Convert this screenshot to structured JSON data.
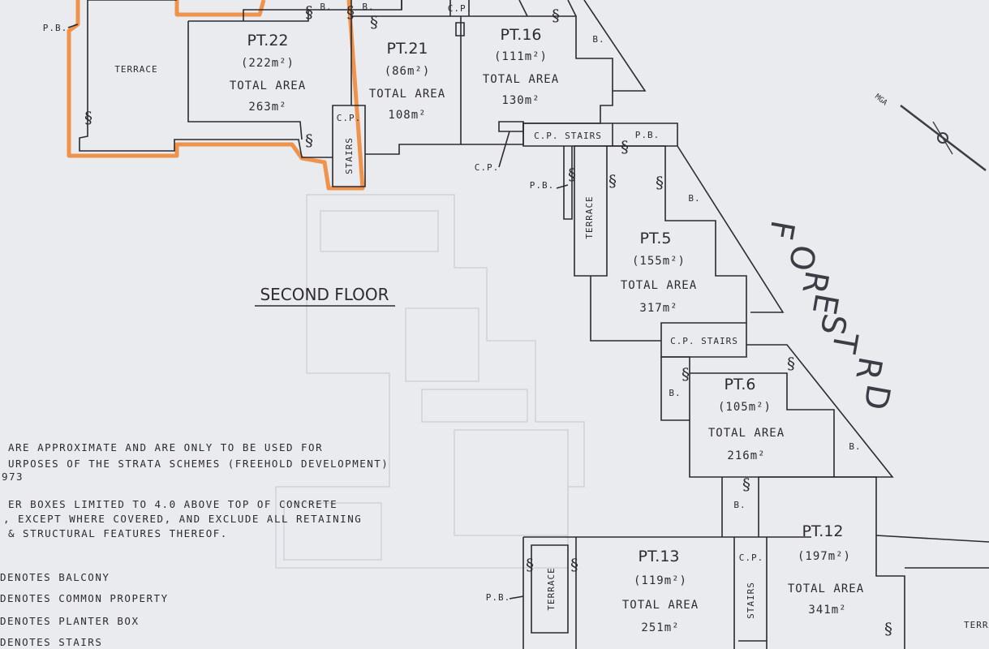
{
  "floor_title": "SECOND FLOOR",
  "lots": [
    {
      "id": "PT.22",
      "area": "(222m²)",
      "total_label": "TOTAL AREA",
      "total": "263m²"
    },
    {
      "id": "PT.21",
      "area": "(86m²)",
      "total_label": "TOTAL AREA",
      "total": "108m²"
    },
    {
      "id": "PT.16",
      "area": "(111m²)",
      "total_label": "TOTAL AREA",
      "total": "130m²"
    },
    {
      "id": "PT.5",
      "area": "(155m²)",
      "total_label": "TOTAL AREA",
      "total": "317m²"
    },
    {
      "id": "PT.6",
      "area": "(105m²)",
      "total_label": "TOTAL AREA",
      "total": "216m²"
    },
    {
      "id": "PT.13",
      "area": "(119m²)",
      "total_label": "TOTAL AREA",
      "total": "251m²"
    },
    {
      "id": "PT.12",
      "area": "(197m²)",
      "total_label": "TOTAL AREA",
      "total": "341m²"
    }
  ],
  "labels": {
    "terrace": "TERRACE",
    "stairs": "STAIRS",
    "cp": "C.P.",
    "cp_stairs": "C.P. STAIRS",
    "balcony": "B.",
    "planter_box": "P.B."
  },
  "street_name": "FOREST RD",
  "street_letters": [
    "F",
    "O",
    "R",
    "E",
    "S",
    "T",
    "R",
    "D"
  ],
  "notes": [
    "ARE APPROXIMATE AND ARE ONLY TO BE USED FOR",
    "URPOSES OF THE STRATA SCHEMES (FREEHOLD DEVELOPMENT)",
    "973",
    "ER BOXES LIMITED TO 4.0 ABOVE TOP OF CONCRETE",
    ", EXCEPT WHERE COVERED, AND EXCLUDE ALL RETAINING",
    "& STRUCTURAL FEATURES THEREOF."
  ],
  "legend": [
    "DENOTES BALCONY",
    "DENOTES COMMON PROPERTY",
    "DENOTES PLANTER BOX",
    "DENOTES STAIRS"
  ],
  "north_label": "MGA",
  "colors": {
    "paper": "#e9ebee",
    "ink": "#2b2b30",
    "highlight": "#f08a3a",
    "faint": "#c9ccd2"
  }
}
